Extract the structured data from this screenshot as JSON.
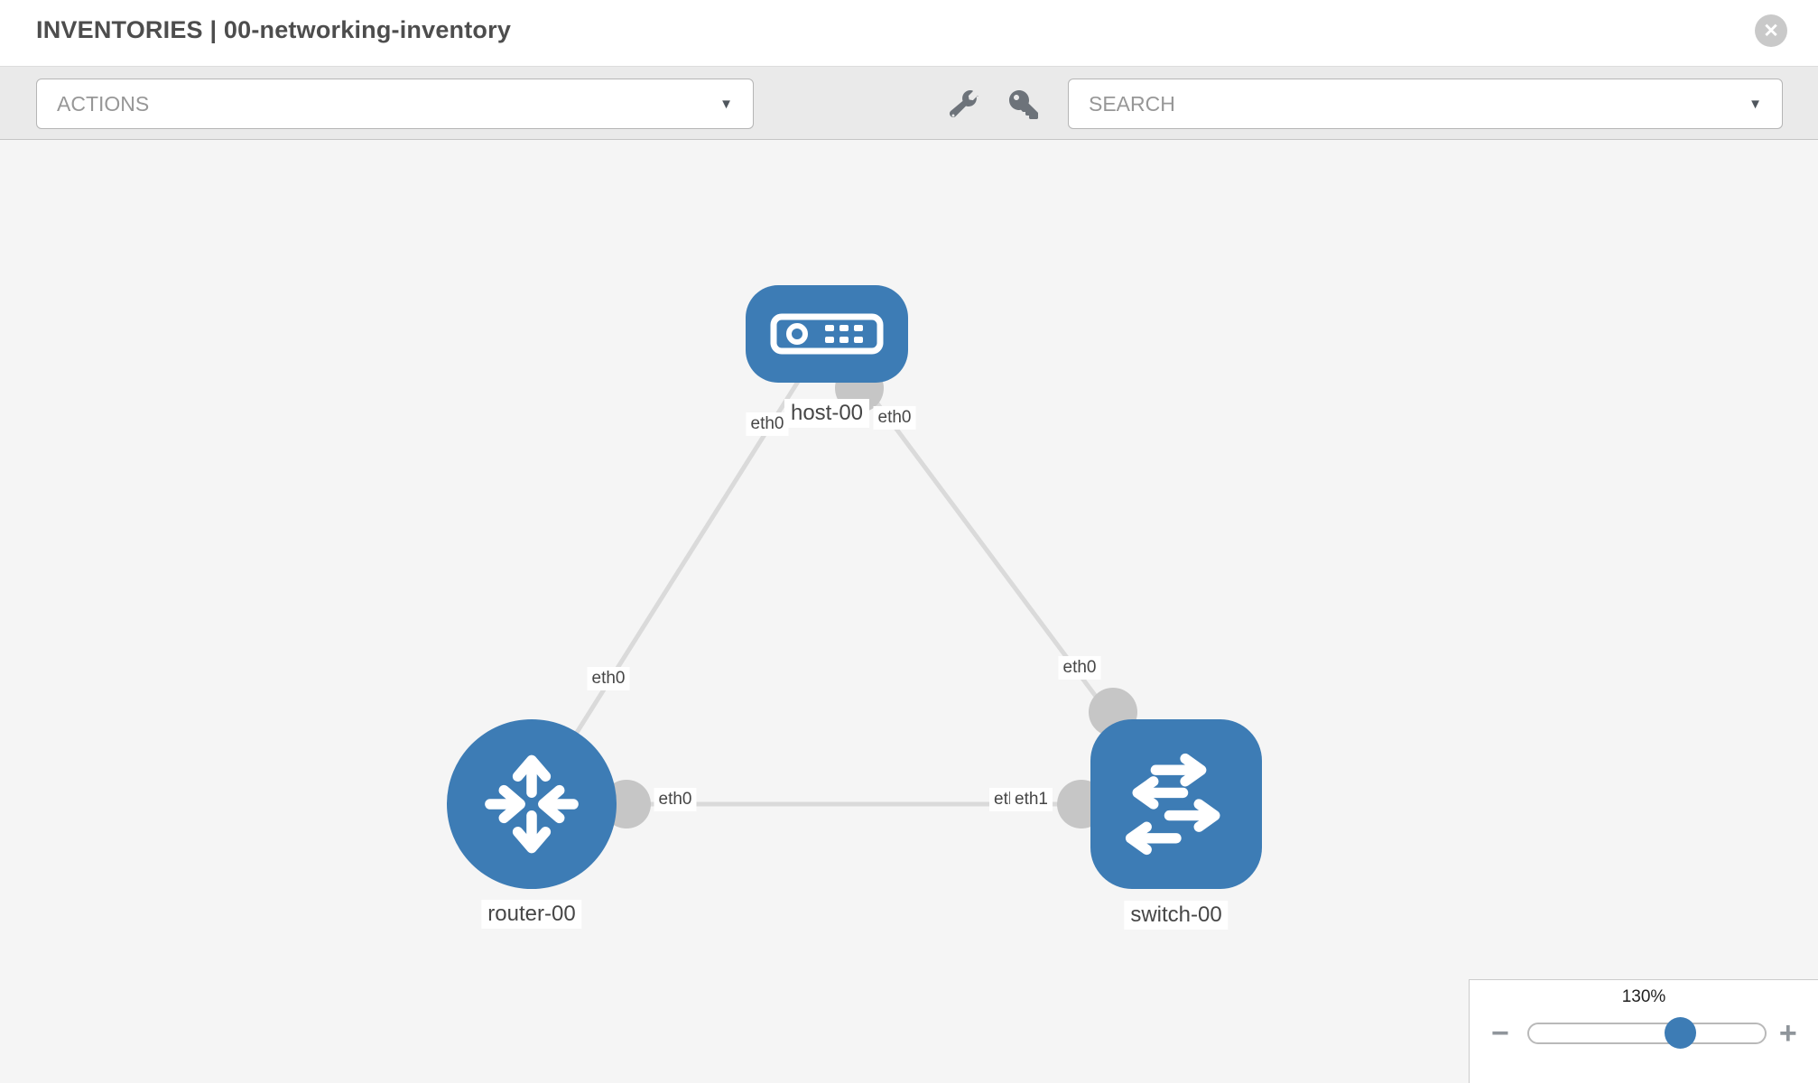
{
  "header": {
    "title": "INVENTORIES | 00-networking-inventory",
    "close_label": "✕"
  },
  "toolbar": {
    "actions": {
      "label": "ACTIONS",
      "caret": "▼"
    },
    "tools": [
      {
        "name": "wrench-icon"
      },
      {
        "name": "key-icon"
      }
    ],
    "search": {
      "label": "SEARCH",
      "caret": "▼"
    }
  },
  "diagram": {
    "nodes": [
      {
        "label": "host-00",
        "type": "host"
      },
      {
        "label": "router-00",
        "type": "router"
      },
      {
        "label": "switch-00",
        "type": "switch"
      }
    ],
    "links": [
      {
        "from": "host-00",
        "to": "router-00"
      },
      {
        "from": "host-00",
        "to": "switch-00"
      },
      {
        "from": "router-00",
        "to": "switch-00"
      }
    ],
    "eth_labels": [
      {
        "text": "eth0",
        "position": "host-left"
      },
      {
        "text": "eth0",
        "position": "host-right"
      },
      {
        "text": "eth0",
        "position": "host-router-link-mid"
      },
      {
        "text": "eth0",
        "position": "host-switch-link-mid"
      },
      {
        "text": "eth0",
        "position": "router-switch-link-router-end"
      },
      {
        "text": "eth0",
        "position": "router-switch-link-switch-end-under"
      },
      {
        "text": "eth1",
        "position": "router-switch-link-switch-end-top"
      }
    ],
    "colors": {
      "node_blue": "#3d7cb5",
      "link_gray": "#dadada",
      "connector_gray": "#c6c6c6",
      "canvas_bg": "#f5f5f5"
    }
  },
  "zoom_control": {
    "level": "130%",
    "minus": "−",
    "plus": "+"
  }
}
